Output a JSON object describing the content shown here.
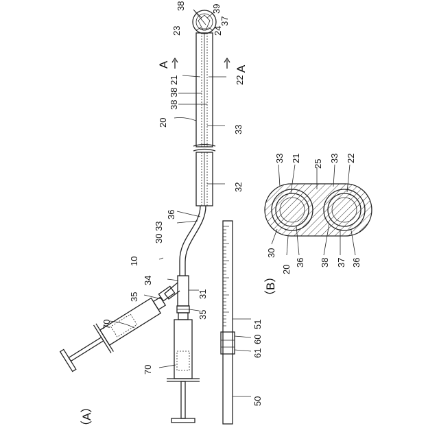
{
  "figure_labels": {
    "a": "（A）",
    "b": "（B）"
  },
  "section_marks": {
    "left": "A",
    "right": "A"
  },
  "labels": {
    "n10": "10",
    "n20": "20",
    "n21": "21",
    "n22": "22",
    "n23": "23",
    "n24": "24",
    "n30_33": "30 33",
    "n31": "31",
    "n32": "32",
    "n33": "33",
    "n34": "34",
    "n35a": "35",
    "n35b": "35",
    "n36": "36",
    "n37": "37",
    "n38a": "38",
    "n3838": "38 38",
    "n38top": "38",
    "n39": "39",
    "n50": "50",
    "n51": "51",
    "n60": "60",
    "n61": "61",
    "n70a": "70",
    "n70b": "70"
  },
  "section_labels": {
    "s33a": "33",
    "s21": "21",
    "s25": "25",
    "s33b": "33",
    "s22": "22",
    "s30": "30",
    "s20": "20",
    "s36a": "36",
    "s38": "38",
    "s37": "37",
    "s36b": "36"
  }
}
